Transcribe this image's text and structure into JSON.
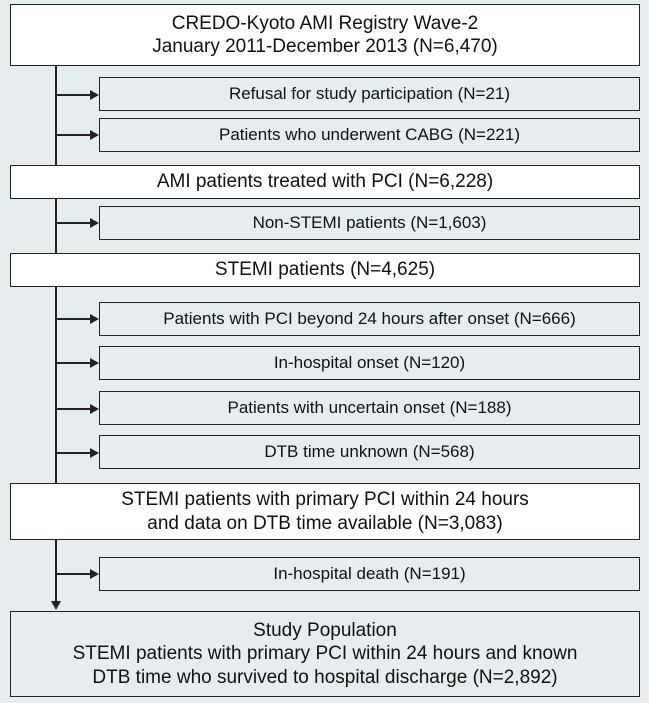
{
  "flowchart": {
    "registry": {
      "line1": "CREDO-Kyoto AMI Registry Wave-2",
      "line2": "January 2011-December 2013 (N=6,470)"
    },
    "refusal": "Refusal for study participation (N=21)",
    "cabg": "Patients who underwent CABG (N=221)",
    "pci": "AMI patients treated with PCI (N=6,228)",
    "non_stemi": "Non-STEMI patients (N=1,603)",
    "stemi": "STEMI patients (N=4,625)",
    "pci_beyond": "Patients with PCI beyond 24 hours after onset (N=666)",
    "in_hospital_onset": "In-hospital onset (N=120)",
    "uncertain_onset": "Patients with uncertain onset (N=188)",
    "dtb_unknown": "DTB time unknown (N=568)",
    "stemi_primary": {
      "line1": "STEMI patients with primary PCI within 24 hours",
      "line2": "and data on DTB time available (N=3,083)"
    },
    "in_hospital_death": "In-hospital death (N=191)",
    "study_population": {
      "line1": "Study Population",
      "line2": "STEMI patients with primary PCI within 24 hours and known",
      "line3": "DTB time who survived to hospital discharge (N=2,892)"
    }
  }
}
